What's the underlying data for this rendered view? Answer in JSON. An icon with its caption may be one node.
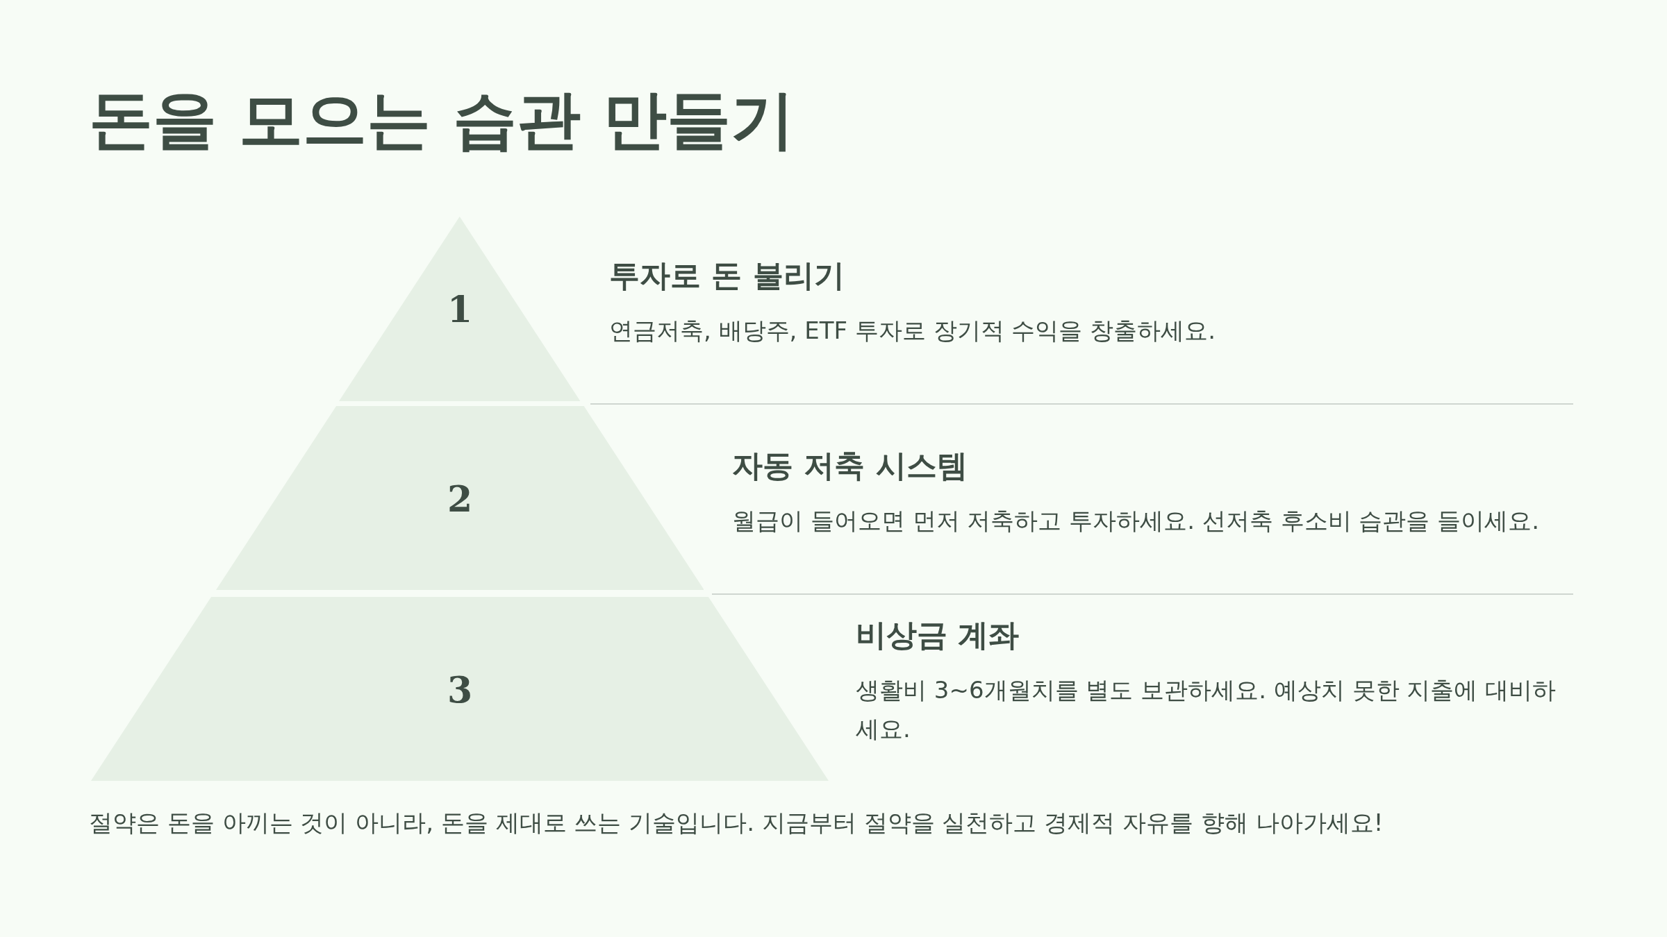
{
  "diagram": {
    "title": "돈을 모으는 습관 만들기",
    "nodes": [
      {
        "text": [
          "1"
        ],
        "beside": [
          "투자로 돈 불리기",
          "연금저축, 배당주, ETF 투자로 장기적 수익을 창출하세요."
        ]
      },
      {
        "text": [
          "2"
        ],
        "beside": [
          "자동 저축 시스템",
          "월급이 들어오면 먼저 저축하고 투자하세요. 선저축 후소비 습관을 들이세요."
        ]
      },
      {
        "text": [
          "3"
        ],
        "beside": [
          "비상금 계좌",
          "생활비 3~6개월치를 별도 보관하세요. 예상치 못한 지출에 대비하세요."
        ]
      }
    ],
    "caption": "절약은 돈을 아끼는 것이 아니라, 돈을 제대로 쓰는 기술입니다. 지금부터 절약을 실천하고 경제적 자유를 향해 나아가세요!"
  }
}
